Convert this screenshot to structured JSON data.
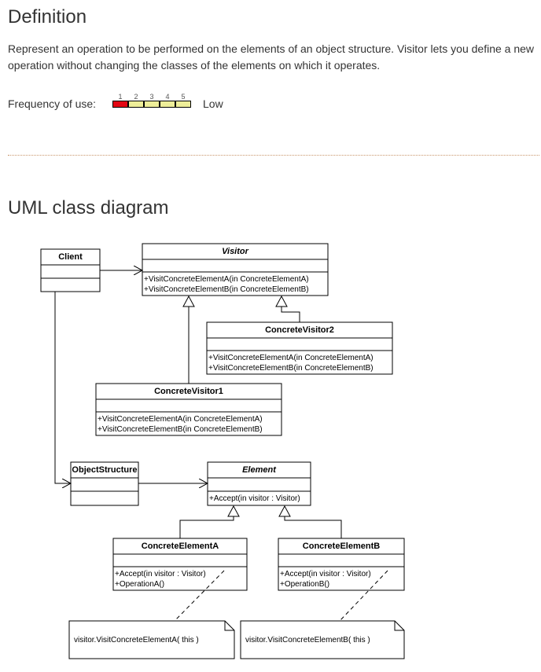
{
  "definition": {
    "title": "Definition",
    "text": "Represent an operation to be performed on the elements of an object structure. Visitor lets you define a new operation without changing the classes of the elements on which it operates.",
    "frequency_label": "Frequency of use:",
    "frequency_scale": [
      "1",
      "2",
      "3",
      "4",
      "5"
    ],
    "frequency_value": 1,
    "frequency_text": "Low",
    "colors": {
      "active": "#e30613",
      "inactive": "#eeee99"
    }
  },
  "uml": {
    "title": "UML class diagram",
    "classes": {
      "client": {
        "name": "Client"
      },
      "visitor": {
        "name": "Visitor",
        "ops": [
          "+VisitConcreteElementA(in ConcreteElementA)",
          "+VisitConcreteElementB(in ConcreteElementB)"
        ]
      },
      "visitor2": {
        "name": "ConcreteVisitor2",
        "ops": [
          "+VisitConcreteElementA(in ConcreteElementA)",
          "+VisitConcreteElementB(in ConcreteElementB)"
        ]
      },
      "visitor1": {
        "name": "ConcreteVisitor1",
        "ops": [
          "+VisitConcreteElementA(in ConcreteElementA)",
          "+VisitConcreteElementB(in ConcreteElementB)"
        ]
      },
      "object_structure": {
        "name": "ObjectStructure"
      },
      "element": {
        "name": "Element",
        "ops": [
          "+Accept(in visitor : Visitor)"
        ]
      },
      "element_a": {
        "name": "ConcreteElementA",
        "ops": [
          "+Accept(in visitor : Visitor)",
          "+OperationA()"
        ]
      },
      "element_b": {
        "name": "ConcreteElementB",
        "ops": [
          "+Accept(in visitor : Visitor)",
          "+OperationB()"
        ]
      }
    },
    "notes": {
      "note_a": "visitor.VisitConcreteElementA( this )",
      "note_b": "visitor.VisitConcreteElementB( this )"
    }
  }
}
